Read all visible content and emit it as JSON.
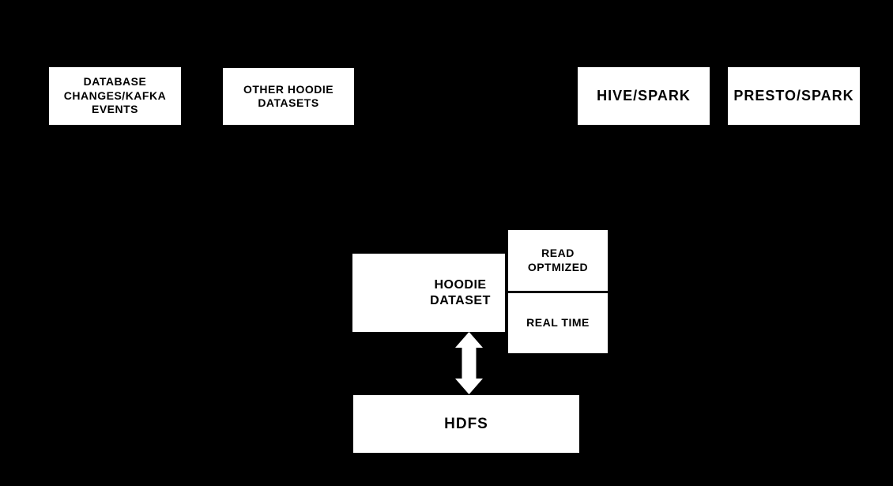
{
  "diagram": {
    "title": "Hoodie dataset architecture diagram",
    "colors": {
      "background": "#000000",
      "node_fill": "#ffffff",
      "node_text": "#000000",
      "arrow": "#ffffff"
    },
    "nodes": {
      "database_changes": "DATABASE\nCHANGES/KAFKA\nEVENTS",
      "other_hoodie_datasets": "OTHER HOODIE\nDATASETS",
      "hive_spark": "HIVE/SPARK",
      "presto_spark": "PRESTO/SPARK",
      "hoodie_dataset": "HOODIE\nDATASET",
      "read_optimized": "READ\nOPTMIZED",
      "real_time": "REAL TIME",
      "hdfs": "HDFS"
    },
    "connections": [
      {
        "from": "hoodie_dataset",
        "to": "hdfs",
        "style": "double-headed-arrow"
      }
    ]
  }
}
